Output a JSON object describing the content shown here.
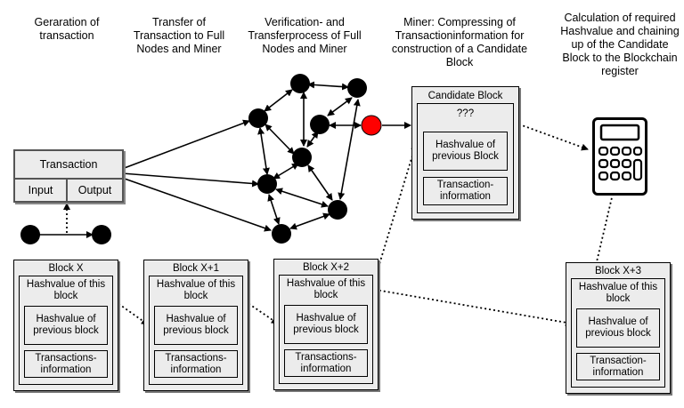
{
  "stages": {
    "generation": "Geraration of transaction",
    "transfer": "Transfer of Transaction to Full Nodes and Miner",
    "verification": "Verification- and Transferprocess of Full Nodes and Miner",
    "miner": "Miner: Compressing of Transactioninformation for construction of a Candidate Block",
    "calculation": "Calculation of required Hashvalue and chaining up of the Candidate Block to the Blockchain register"
  },
  "transaction": {
    "title": "Transaction",
    "input": "Input",
    "output": "Output"
  },
  "candidate": {
    "title": "Candidate Block",
    "unknown": "???",
    "prev_hash": "Hashvalue of previous Block",
    "tx_info": "Transaction-information"
  },
  "blocks": [
    {
      "title": "Block X",
      "own_hash": "Hashvalue of this block",
      "prev_hash": "Hashvalue of previous block",
      "tx_info": "Transactions-information"
    },
    {
      "title": "Block X+1",
      "own_hash": "Hashvalue of this block",
      "prev_hash": "Hashvalue of previous block",
      "tx_info": "Transactions-information"
    },
    {
      "title": "Block X+2",
      "own_hash": "Hashvalue of this block",
      "prev_hash": "Hashvalue of previous block",
      "tx_info": "Transactions-information"
    },
    {
      "title": "Block X+3",
      "own_hash": "Hashvalue of this block",
      "prev_hash": "Hashvalue of previous block",
      "tx_info": "Transaction-information"
    }
  ],
  "colors": {
    "miner_node": "#ff0000",
    "node": "#000000",
    "box_fill": "#ececec"
  },
  "icons": {
    "calculator": "calculator-icon"
  }
}
